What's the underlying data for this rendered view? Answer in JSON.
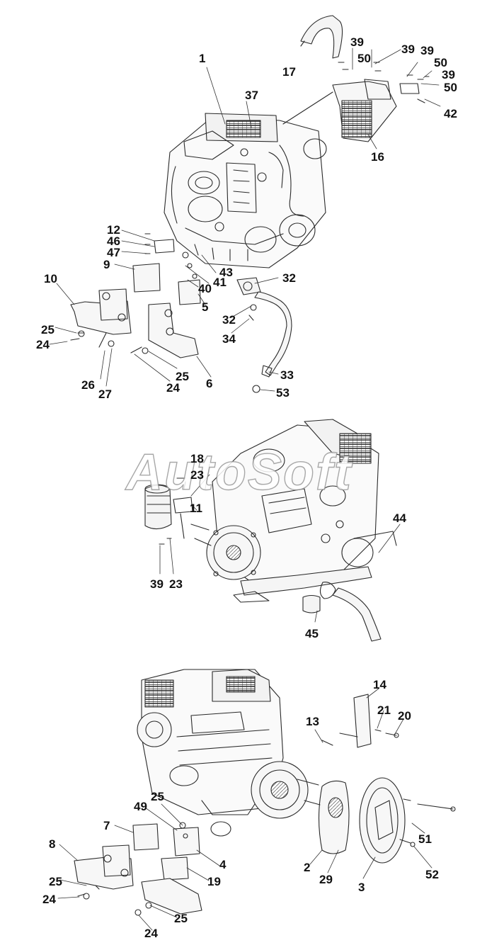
{
  "watermark": "AutoSoft",
  "callouts": [
    {
      "id": "c1",
      "text": "1"
    },
    {
      "id": "c17",
      "text": "17"
    },
    {
      "id": "c39a",
      "text": "39"
    },
    {
      "id": "c50a",
      "text": "50"
    },
    {
      "id": "c39b",
      "text": "39"
    },
    {
      "id": "c39c",
      "text": "39"
    },
    {
      "id": "c50b",
      "text": "50"
    },
    {
      "id": "c39d",
      "text": "39"
    },
    {
      "id": "c50c",
      "text": "50"
    },
    {
      "id": "c42",
      "text": "42"
    },
    {
      "id": "c37",
      "text": "37"
    },
    {
      "id": "c16",
      "text": "16"
    },
    {
      "id": "c12",
      "text": "12"
    },
    {
      "id": "c46",
      "text": "46"
    },
    {
      "id": "c47",
      "text": "47"
    },
    {
      "id": "c9",
      "text": "9"
    },
    {
      "id": "c43",
      "text": "43"
    },
    {
      "id": "c41",
      "text": "41"
    },
    {
      "id": "c40",
      "text": "40"
    },
    {
      "id": "c32a",
      "text": "32"
    },
    {
      "id": "c10",
      "text": "10"
    },
    {
      "id": "c5",
      "text": "5"
    },
    {
      "id": "c32b",
      "text": "32"
    },
    {
      "id": "c34",
      "text": "34"
    },
    {
      "id": "c25a",
      "text": "25"
    },
    {
      "id": "c24a",
      "text": "24"
    },
    {
      "id": "c26",
      "text": "26"
    },
    {
      "id": "c27",
      "text": "27"
    },
    {
      "id": "c25b",
      "text": "25"
    },
    {
      "id": "c24b",
      "text": "24"
    },
    {
      "id": "c6",
      "text": "6"
    },
    {
      "id": "c33",
      "text": "33"
    },
    {
      "id": "c53",
      "text": "53"
    },
    {
      "id": "c18",
      "text": "18"
    },
    {
      "id": "c23a",
      "text": "23"
    },
    {
      "id": "c11",
      "text": "11"
    },
    {
      "id": "c44",
      "text": "44"
    },
    {
      "id": "c39e",
      "text": "39"
    },
    {
      "id": "c23b",
      "text": "23"
    },
    {
      "id": "c45",
      "text": "45"
    },
    {
      "id": "c14",
      "text": "14"
    },
    {
      "id": "c13",
      "text": "13"
    },
    {
      "id": "c21",
      "text": "21"
    },
    {
      "id": "c20",
      "text": "20"
    },
    {
      "id": "c25c",
      "text": "25"
    },
    {
      "id": "c49",
      "text": "49"
    },
    {
      "id": "c7",
      "text": "7"
    },
    {
      "id": "c8",
      "text": "8"
    },
    {
      "id": "c4",
      "text": "4"
    },
    {
      "id": "c51",
      "text": "51"
    },
    {
      "id": "c19",
      "text": "19"
    },
    {
      "id": "c25d",
      "text": "25"
    },
    {
      "id": "c24c",
      "text": "24"
    },
    {
      "id": "c2",
      "text": "2"
    },
    {
      "id": "c29",
      "text": "29"
    },
    {
      "id": "c3",
      "text": "3"
    },
    {
      "id": "c52",
      "text": "52"
    },
    {
      "id": "c25e",
      "text": "25"
    },
    {
      "id": "c24d",
      "text": "24"
    }
  ]
}
